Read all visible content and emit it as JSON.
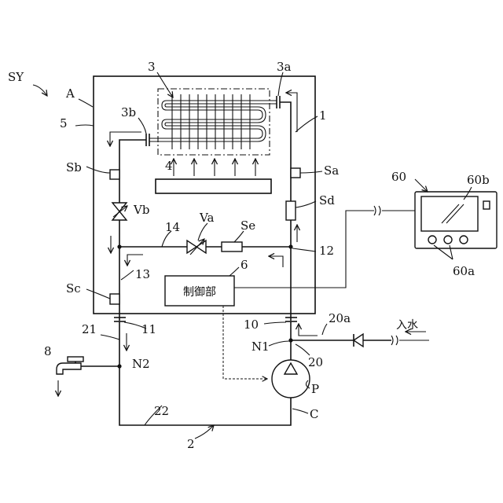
{
  "labels": {
    "system": "SY",
    "housing": "A",
    "burner_circuit": "1",
    "heat_exchanger": "3",
    "hx_inlet": "3a",
    "hx_outlet": "3b",
    "burner": "4",
    "bypass_left": "5",
    "controller_ref": "6",
    "controller_text": "制御部",
    "sensor_a": "Sa",
    "sensor_b": "Sb",
    "sensor_c": "Sc",
    "sensor_d": "Sd",
    "sensor_e": "Se",
    "valve_a": "Va",
    "valve_b": "Vb",
    "pipe_14": "14",
    "pipe_13": "13",
    "pipe_12": "12",
    "port_11": "11",
    "port_10": "10",
    "pipe_21": "21",
    "pipe_22": "22",
    "circuit_2": "2",
    "node_n1": "N1",
    "node_n2": "N2",
    "pump": "P",
    "circuit_c": "C",
    "faucet": "8",
    "supply_20": "20",
    "supply_20a": "20a",
    "water_in": "入水",
    "remote": "60",
    "remote_screen": "60b",
    "remote_buttons": "60a"
  }
}
